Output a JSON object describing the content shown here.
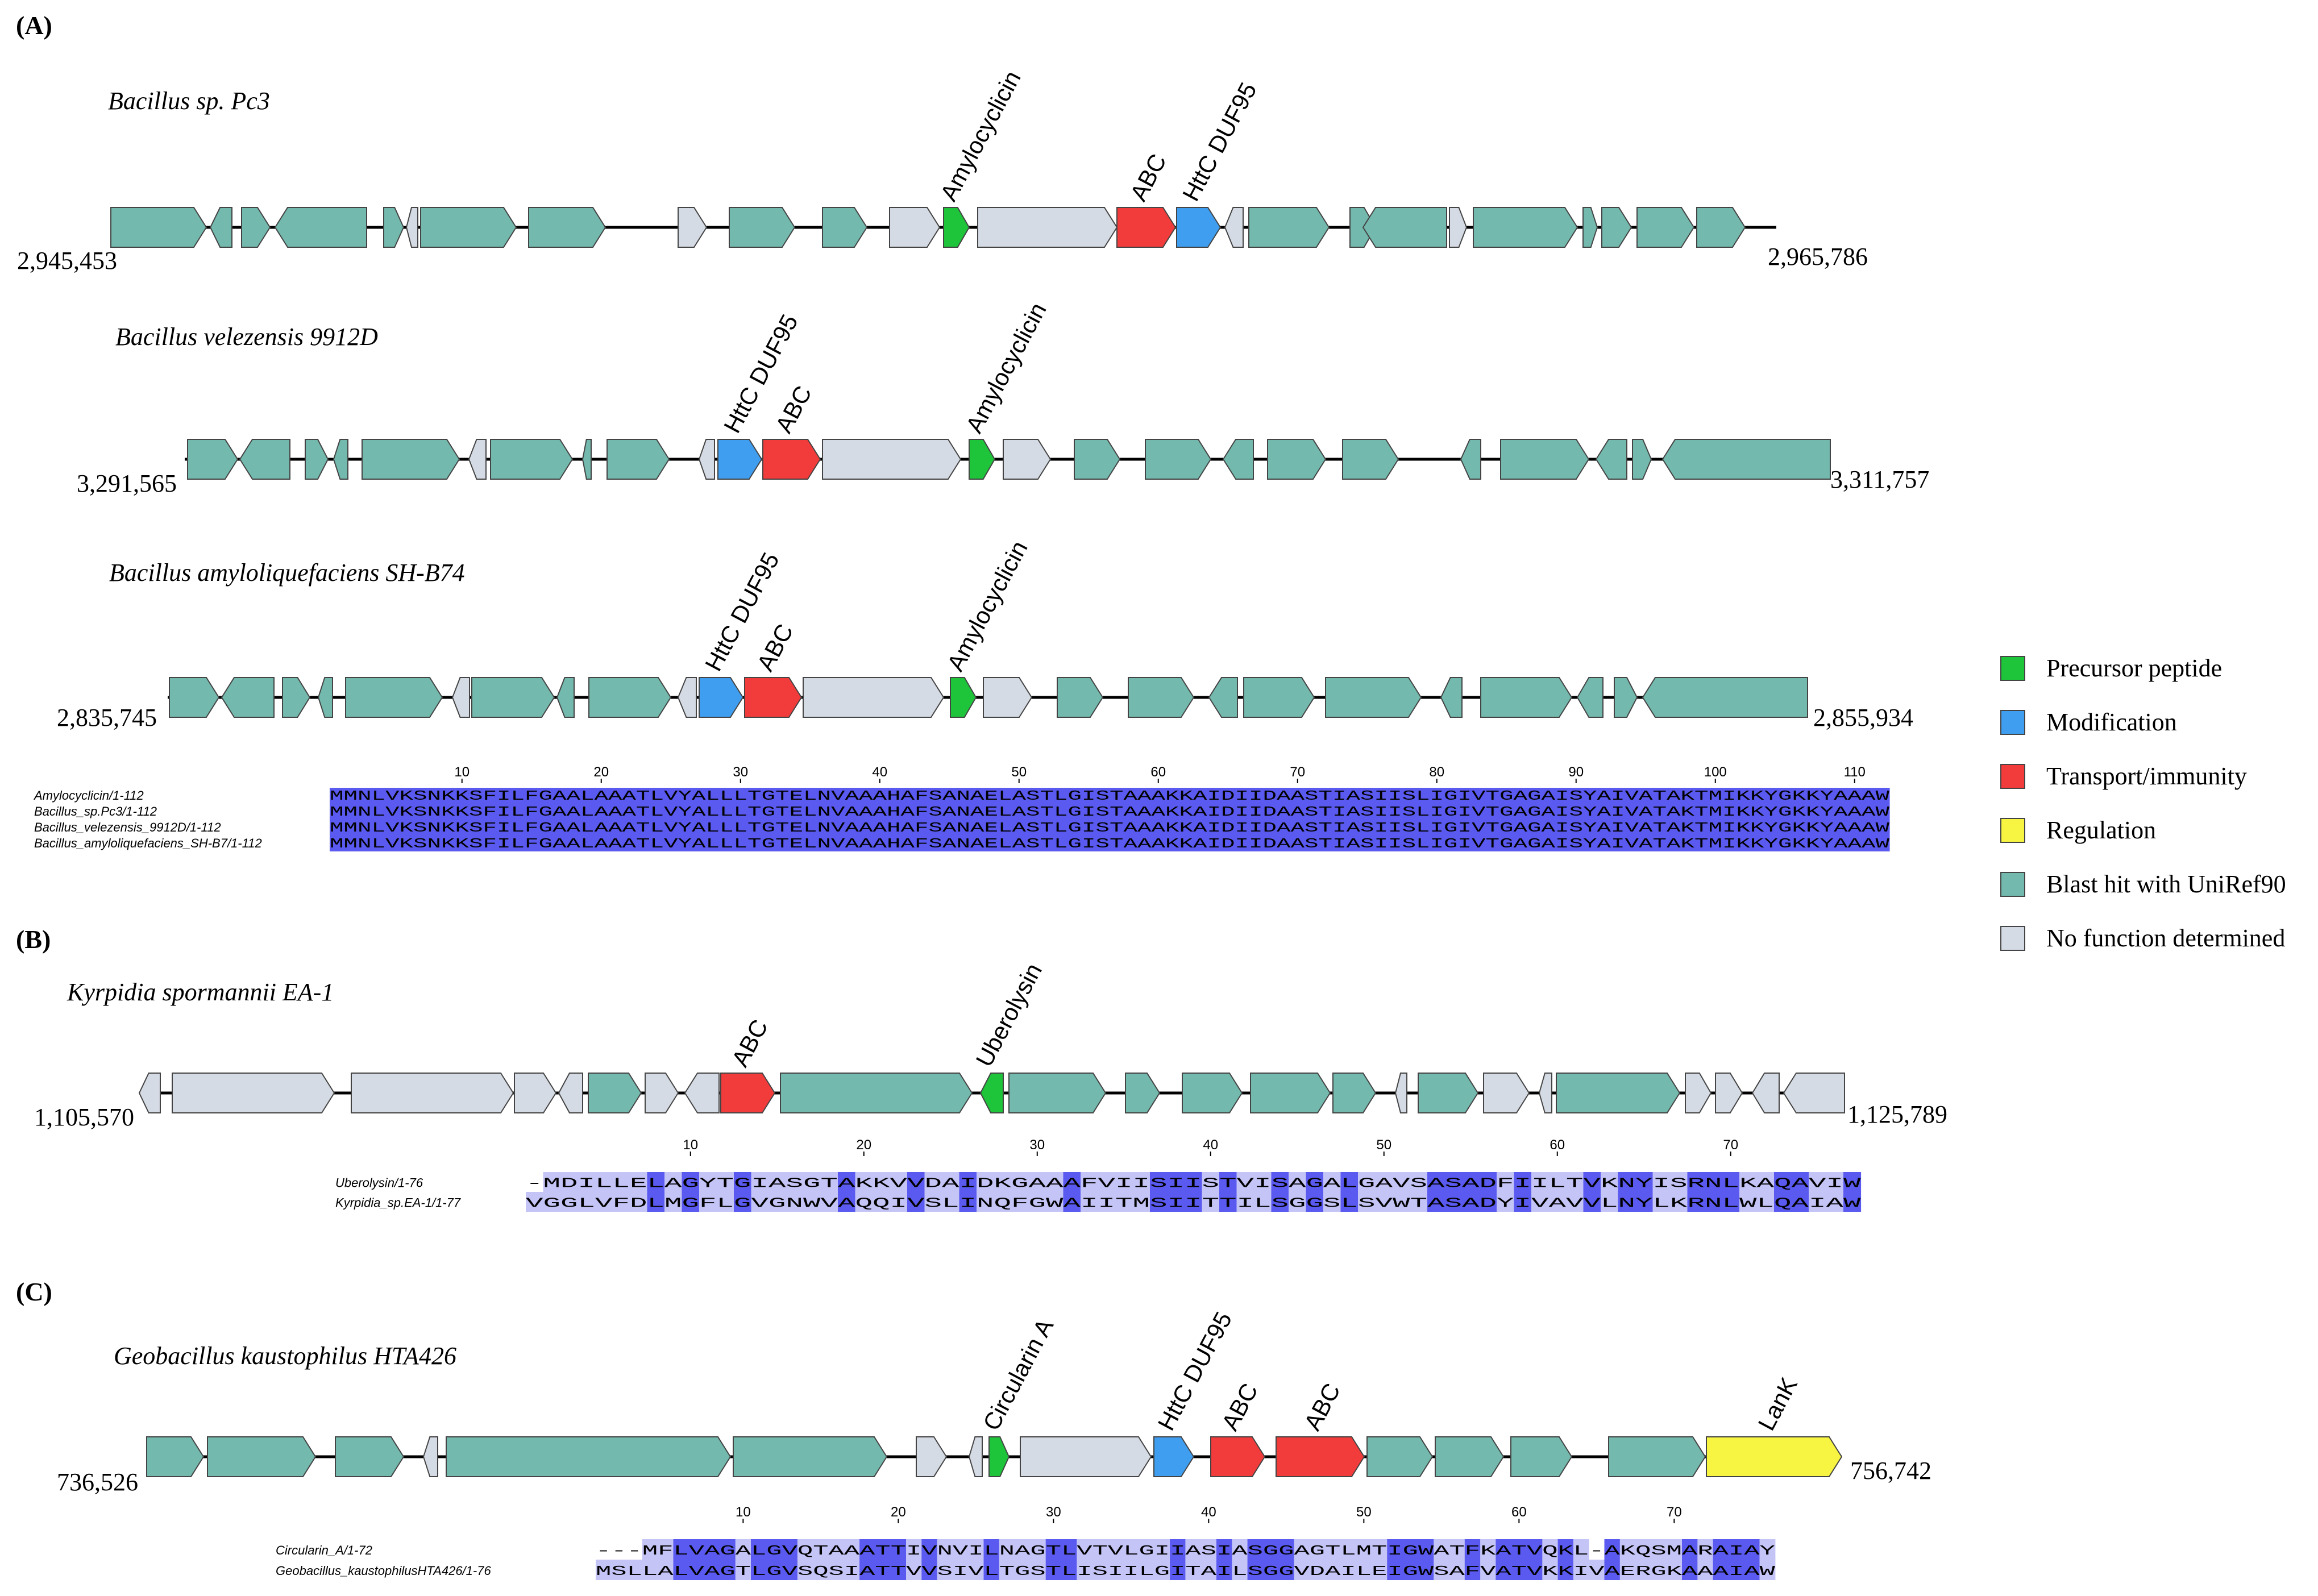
{
  "colors": {
    "precursor": "#1ec43a",
    "modification": "#3f9ef0",
    "transport": "#f23b3b",
    "regulation": "#f7f542",
    "blast": "#73b9ae",
    "nofunc": "#d5dbe4",
    "aln_dark": "#5a5af0",
    "aln_mid": "#8f8ff2",
    "aln_light": "#c4c4f6"
  },
  "legend": [
    {
      "key": "precursor",
      "label": "Precursor peptide"
    },
    {
      "key": "modification",
      "label": "Modification"
    },
    {
      "key": "transport",
      "label": "Transport/immunity"
    },
    {
      "key": "regulation",
      "label": "Regulation"
    },
    {
      "key": "blast",
      "label": "Blast hit with UniRef90"
    },
    {
      "key": "nofunc",
      "label": "No function determined"
    }
  ],
  "panels": {
    "A": {
      "label": "(A)",
      "clusters": [
        {
          "species": "Bacillus sp. Pc3",
          "start": "2,945,453",
          "end": "2,965,786",
          "genes": [
            {
              "s": 195,
              "e": 363,
              "d": "+",
              "t": "blast"
            },
            {
              "s": 370,
              "e": 408,
              "d": "-",
              "t": "blast"
            },
            {
              "s": 425,
              "e": 475,
              "d": "+",
              "t": "blast"
            },
            {
              "s": 484,
              "e": 645,
              "d": "-",
              "t": "blast"
            },
            {
              "s": 675,
              "e": 710,
              "d": "+",
              "t": "blast"
            },
            {
              "s": 715,
              "e": 735,
              "d": "-",
              "t": "nofunc"
            },
            {
              "s": 740,
              "e": 908,
              "d": "+",
              "t": "blast"
            },
            {
              "s": 930,
              "e": 1065,
              "d": "+",
              "t": "blast"
            },
            {
              "s": 1193,
              "e": 1243,
              "d": "+",
              "t": "nofunc"
            },
            {
              "s": 1283,
              "e": 1398,
              "d": "+",
              "t": "blast"
            },
            {
              "s": 1447,
              "e": 1525,
              "d": "+",
              "t": "blast"
            },
            {
              "s": 1565,
              "e": 1653,
              "d": "+",
              "t": "nofunc"
            },
            {
              "s": 1660,
              "e": 1705,
              "d": "+",
              "t": "precursor",
              "label": "Amylocyclicin"
            },
            {
              "s": 1720,
              "e": 1965,
              "d": "+",
              "t": "nofunc"
            },
            {
              "s": 1965,
              "e": 2068,
              "d": "+",
              "t": "transport",
              "label": "ABC"
            },
            {
              "s": 2070,
              "e": 2147,
              "d": "+",
              "t": "modification",
              "label": "HttC DUF95"
            },
            {
              "s": 2155,
              "e": 2187,
              "d": "-",
              "t": "nofunc"
            },
            {
              "s": 2197,
              "e": 2338,
              "d": "+",
              "t": "blast"
            },
            {
              "s": 2375,
              "e": 2420,
              "d": "+",
              "t": "blast"
            },
            {
              "s": 2398,
              "e": 2545,
              "d": "-",
              "t": "blast"
            },
            {
              "s": 2550,
              "e": 2580,
              "d": "+",
              "t": "nofunc"
            },
            {
              "s": 2592,
              "e": 2775,
              "d": "+",
              "t": "blast"
            },
            {
              "s": 2785,
              "e": 2810,
              "d": "+",
              "t": "blast"
            },
            {
              "s": 2818,
              "e": 2870,
              "d": "+",
              "t": "blast"
            },
            {
              "s": 2880,
              "e": 2980,
              "d": "+",
              "t": "blast"
            },
            {
              "s": 2985,
              "e": 3070,
              "d": "+",
              "t": "blast"
            }
          ]
        },
        {
          "species": "Bacillus velezensis 9912D",
          "start": "3,291,565",
          "end": "3,311,757",
          "genes": [
            {
              "s": 330,
              "e": 418,
              "d": "+",
              "t": "blast"
            },
            {
              "s": 422,
              "e": 510,
              "d": "-",
              "t": "blast"
            },
            {
              "s": 537,
              "e": 577,
              "d": "+",
              "t": "blast"
            },
            {
              "s": 587,
              "e": 612,
              "d": "-",
              "t": "blast"
            },
            {
              "s": 637,
              "e": 808,
              "d": "+",
              "t": "blast"
            },
            {
              "s": 825,
              "e": 855,
              "d": "-",
              "t": "nofunc"
            },
            {
              "s": 863,
              "e": 1007,
              "d": "+",
              "t": "blast"
            },
            {
              "s": 1025,
              "e": 1040,
              "d": "-",
              "t": "blast"
            },
            {
              "s": 1068,
              "e": 1177,
              "d": "+",
              "t": "blast"
            },
            {
              "s": 1230,
              "e": 1257,
              "d": "-",
              "t": "nofunc"
            },
            {
              "s": 1263,
              "e": 1340,
              "d": "+",
              "t": "modification",
              "label": "HttC DUF95"
            },
            {
              "s": 1342,
              "e": 1443,
              "d": "+",
              "t": "transport",
              "label": "ABC"
            },
            {
              "s": 1447,
              "e": 1690,
              "d": "+",
              "t": "nofunc"
            },
            {
              "s": 1705,
              "e": 1750,
              "d": "+",
              "t": "precursor",
              "label": "Amylocyclicin"
            },
            {
              "s": 1765,
              "e": 1848,
              "d": "+",
              "t": "nofunc"
            },
            {
              "s": 1890,
              "e": 1970,
              "d": "+",
              "t": "blast"
            },
            {
              "s": 2015,
              "e": 2130,
              "d": "+",
              "t": "blast"
            },
            {
              "s": 2152,
              "e": 2205,
              "d": "-",
              "t": "blast"
            },
            {
              "s": 2230,
              "e": 2332,
              "d": "+",
              "t": "blast"
            },
            {
              "s": 2362,
              "e": 2460,
              "d": "+",
              "t": "blast"
            },
            {
              "s": 2570,
              "e": 2605,
              "d": "-",
              "t": "blast"
            },
            {
              "s": 2640,
              "e": 2795,
              "d": "+",
              "t": "blast"
            },
            {
              "s": 2808,
              "e": 2862,
              "d": "-",
              "t": "blast"
            },
            {
              "s": 2872,
              "e": 2905,
              "d": "+",
              "t": "blast"
            },
            {
              "s": 2925,
              "e": 3220,
              "d": "-",
              "t": "blast"
            }
          ]
        },
        {
          "species": "Bacillus amyloliquefaciens SH-B74",
          "start": "2,835,745",
          "end": "2,855,934",
          "genes": [
            {
              "s": 298,
              "e": 385,
              "d": "+",
              "t": "blast"
            },
            {
              "s": 390,
              "e": 482,
              "d": "-",
              "t": "blast"
            },
            {
              "s": 497,
              "e": 545,
              "d": "+",
              "t": "blast"
            },
            {
              "s": 560,
              "e": 585,
              "d": "-",
              "t": "blast"
            },
            {
              "s": 608,
              "e": 778,
              "d": "+",
              "t": "blast"
            },
            {
              "s": 796,
              "e": 826,
              "d": "-",
              "t": "nofunc"
            },
            {
              "s": 830,
              "e": 975,
              "d": "+",
              "t": "blast"
            },
            {
              "s": 980,
              "e": 1010,
              "d": "-",
              "t": "blast"
            },
            {
              "s": 1036,
              "e": 1180,
              "d": "+",
              "t": "blast"
            },
            {
              "s": 1193,
              "e": 1225,
              "d": "-",
              "t": "nofunc"
            },
            {
              "s": 1230,
              "e": 1307,
              "d": "+",
              "t": "modification",
              "label": "HttC DUF95"
            },
            {
              "s": 1310,
              "e": 1410,
              "d": "+",
              "t": "transport",
              "label": "ABC"
            },
            {
              "s": 1413,
              "e": 1660,
              "d": "+",
              "t": "nofunc"
            },
            {
              "s": 1672,
              "e": 1717,
              "d": "+",
              "t": "precursor",
              "label": "Amylocyclicin"
            },
            {
              "s": 1730,
              "e": 1815,
              "d": "+",
              "t": "nofunc"
            },
            {
              "s": 1860,
              "e": 1940,
              "d": "+",
              "t": "blast"
            },
            {
              "s": 1985,
              "e": 2100,
              "d": "+",
              "t": "blast"
            },
            {
              "s": 2127,
              "e": 2177,
              "d": "-",
              "t": "blast"
            },
            {
              "s": 2188,
              "e": 2312,
              "d": "+",
              "t": "blast"
            },
            {
              "s": 2332,
              "e": 2500,
              "d": "+",
              "t": "blast"
            },
            {
              "s": 2535,
              "e": 2572,
              "d": "-",
              "t": "blast"
            },
            {
              "s": 2605,
              "e": 2765,
              "d": "+",
              "t": "blast"
            },
            {
              "s": 2775,
              "e": 2820,
              "d": "-",
              "t": "blast"
            },
            {
              "s": 2840,
              "e": 2880,
              "d": "+",
              "t": "blast"
            },
            {
              "s": 2890,
              "e": 3180,
              "d": "-",
              "t": "blast"
            }
          ]
        }
      ],
      "alignment": {
        "ticks": [
          10,
          20,
          30,
          40,
          50,
          60,
          70,
          80,
          90,
          100,
          110
        ],
        "rows": [
          {
            "name": "Amylocyclicin/1-112",
            "seq": "MMNLVKSNKKSFILFGAALAAATLVYALLLTGTELNVAAAHAFSANAELASTLGISTAAAKKAIDIIDAASTIASIISLIGIVTGAGAISYAIVATAKTMIKKYGKKYAAAW"
          },
          {
            "name": "Bacillus_sp.Pc3/1-112",
            "seq": "MMNLVKSNKKSFILFGAALAAATLVYALLLTGTELNVAAAHAFSANAELASTLGISTAAAKKAIDIIDAASTIASIISLIGIVTGAGAISYAIVATAKTMIKKYGKKYAAAW"
          },
          {
            "name": "Bacillus_velezensis_9912D/1-112",
            "seq": "MMNLVKSNKKSFILFGAALAAATLVYALLLTGTELNVAAAHAFSANAELASTLGISTAAAKKAIDIIDAASTIASIISLIGIVTGAGAISYAIVATAKTMIKKYGKKYAAAW"
          },
          {
            "name": "Bacillus_amyloliquefaciens_SH-B7/1-112",
            "seq": "MMNLVKSNKKSFILFGAALAAATLVYALLLTGTELNVAAAHAFSANAELASTLGISTAAAKKAIDIIDAASTIASIISLIGIVTGAGAISYAIVATAKTMIKKYGKKYAAAW"
          }
        ]
      }
    },
    "B": {
      "label": "(B)",
      "clusters": [
        {
          "species": "Kyrpidia spormannii EA-1",
          "start": "1,105,570",
          "end": "1,125,789",
          "genes": [
            {
              "s": 245,
              "e": 282,
              "d": "-",
              "t": "nofunc"
            },
            {
              "s": 303,
              "e": 588,
              "d": "+",
              "t": "nofunc"
            },
            {
              "s": 618,
              "e": 903,
              "d": "+",
              "t": "nofunc"
            },
            {
              "s": 905,
              "e": 978,
              "d": "+",
              "t": "nofunc"
            },
            {
              "s": 983,
              "e": 1025,
              "d": "-",
              "t": "nofunc"
            },
            {
              "s": 1035,
              "e": 1128,
              "d": "+",
              "t": "blast"
            },
            {
              "s": 1135,
              "e": 1193,
              "d": "+",
              "t": "nofunc"
            },
            {
              "s": 1205,
              "e": 1265,
              "d": "-",
              "t": "nofunc"
            },
            {
              "s": 1268,
              "e": 1363,
              "d": "+",
              "t": "transport",
              "label": "ABC"
            },
            {
              "s": 1373,
              "e": 1710,
              "d": "+",
              "t": "blast"
            },
            {
              "s": 1725,
              "e": 1765,
              "d": "-",
              "t": "precursor",
              "label": "Uberolysin"
            },
            {
              "s": 1775,
              "e": 1945,
              "d": "+",
              "t": "blast"
            },
            {
              "s": 1980,
              "e": 2040,
              "d": "+",
              "t": "blast"
            },
            {
              "s": 2080,
              "e": 2185,
              "d": "+",
              "t": "blast"
            },
            {
              "s": 2200,
              "e": 2340,
              "d": "+",
              "t": "blast"
            },
            {
              "s": 2345,
              "e": 2420,
              "d": "+",
              "t": "blast"
            },
            {
              "s": 2455,
              "e": 2475,
              "d": "-",
              "t": "nofunc"
            },
            {
              "s": 2495,
              "e": 2600,
              "d": "+",
              "t": "blast"
            },
            {
              "s": 2610,
              "e": 2690,
              "d": "+",
              "t": "nofunc"
            },
            {
              "s": 2708,
              "e": 2730,
              "d": "-",
              "t": "nofunc"
            },
            {
              "s": 2738,
              "e": 2955,
              "d": "+",
              "t": "blast"
            },
            {
              "s": 2965,
              "e": 3010,
              "d": "+",
              "t": "nofunc"
            },
            {
              "s": 3018,
              "e": 3065,
              "d": "+",
              "t": "nofunc"
            },
            {
              "s": 3083,
              "e": 3130,
              "d": "-",
              "t": "nofunc"
            },
            {
              "s": 3138,
              "e": 3245,
              "d": "-",
              "t": "nofunc"
            }
          ]
        }
      ],
      "alignment": {
        "ticks": [
          10,
          20,
          30,
          40,
          50,
          60,
          70
        ],
        "rows": [
          {
            "name": "Uberolysin/1-76",
            "seq": "-MDILLELAGYTGIASGTAKKVVDAIDKGAAAFVIISIISTVISAGALGAVSASADFIILTVKNYISRNLKAQAVIW"
          },
          {
            "name": "Kyrpidia_sp.EA-1/1-77",
            "seq": "VGGLVFDLMGFLGVGNWVAQQIVSLINQFGWAIITMSIITTILSGGSLSVWTASADYIVAVVLNYLKRNLWLQAIAW"
          }
        ]
      }
    },
    "C": {
      "label": "(C)",
      "clusters": [
        {
          "species": "Geobacillus kaustophilus HTA426",
          "start": "736,526",
          "end": "756,742",
          "genes": [
            {
              "s": 258,
              "e": 358,
              "d": "+",
              "t": "blast"
            },
            {
              "s": 365,
              "e": 555,
              "d": "+",
              "t": "blast"
            },
            {
              "s": 590,
              "e": 710,
              "d": "+",
              "t": "blast"
            },
            {
              "s": 745,
              "e": 770,
              "d": "-",
              "t": "nofunc"
            },
            {
              "s": 785,
              "e": 1285,
              "d": "+",
              "t": "blast"
            },
            {
              "s": 1290,
              "e": 1560,
              "d": "+",
              "t": "blast"
            },
            {
              "s": 1612,
              "e": 1665,
              "d": "+",
              "t": "nofunc"
            },
            {
              "s": 1705,
              "e": 1728,
              "d": "-",
              "t": "nofunc"
            },
            {
              "s": 1740,
              "e": 1775,
              "d": "+",
              "t": "precursor",
              "label": "Circularin A"
            },
            {
              "s": 1795,
              "e": 2025,
              "d": "+",
              "t": "nofunc"
            },
            {
              "s": 2030,
              "e": 2100,
              "d": "+",
              "t": "modification",
              "label": "HttC DUF95"
            },
            {
              "s": 2130,
              "e": 2225,
              "d": "+",
              "t": "transport",
              "label": "ABC"
            },
            {
              "s": 2245,
              "e": 2400,
              "d": "+",
              "t": "transport",
              "label": "ABC"
            },
            {
              "s": 2405,
              "e": 2520,
              "d": "+",
              "t": "blast"
            },
            {
              "s": 2525,
              "e": 2645,
              "d": "+",
              "t": "blast"
            },
            {
              "s": 2658,
              "e": 2765,
              "d": "+",
              "t": "blast"
            },
            {
              "s": 2830,
              "e": 3000,
              "d": "+",
              "t": "blast"
            },
            {
              "s": 3002,
              "e": 3240,
              "d": "+",
              "t": "regulation",
              "label": "LanK"
            }
          ]
        }
      ],
      "alignment": {
        "ticks": [
          10,
          20,
          30,
          40,
          50,
          60,
          70
        ],
        "rows": [
          {
            "name": "Circularin_A/1-72",
            "seq": "---MFLVAGALGVQTAAATTIVNVILNAGTLVTVLGIIASIASGGAGTLMTIGWATFKATVQKL-AKQSMARAIAY"
          },
          {
            "name": "Geobacillus_kaustophilusHTA426/1-76",
            "seq": "MSLLALVAGTLGVSQSIATTVVSIVLTGSTLISIILGITAILSGGVDAILEIGWSAFVATVKKIVAERGKAAAIAW"
          }
        ]
      }
    }
  }
}
